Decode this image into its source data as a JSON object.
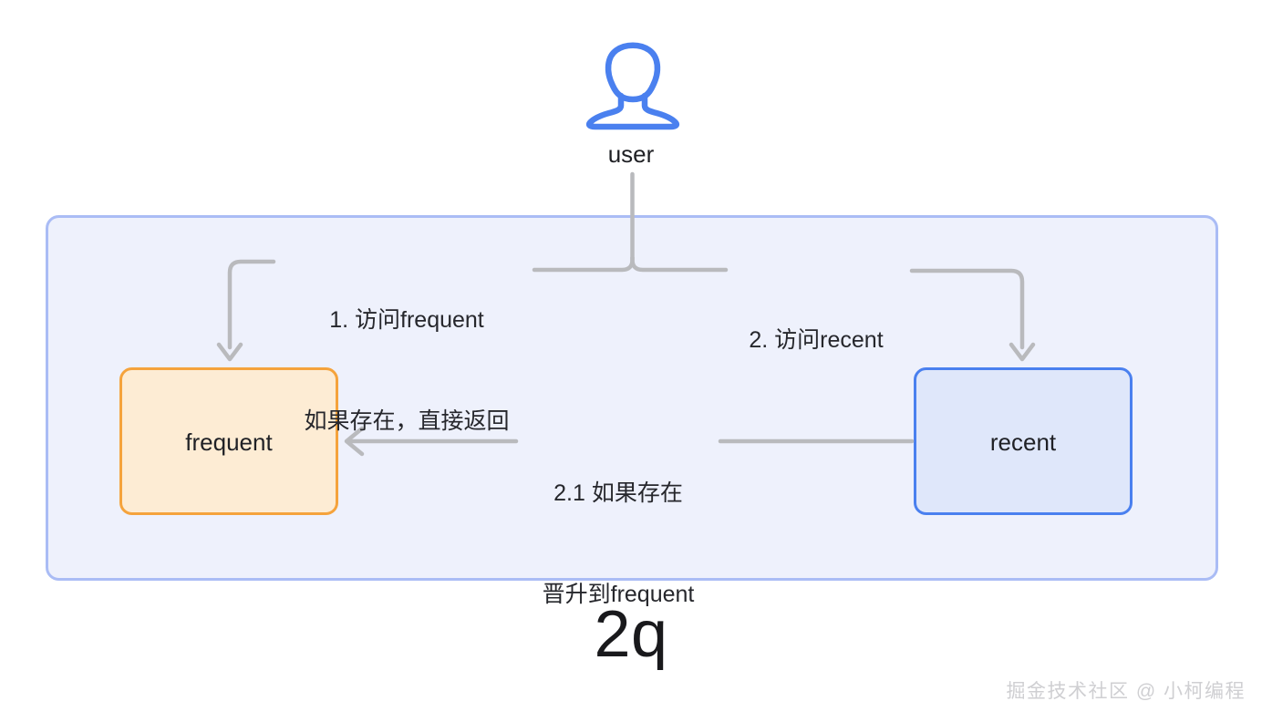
{
  "diagram": {
    "type": "flow-diagram",
    "caption": "2q",
    "watermark": "掘金技术社区 @ 小柯编程",
    "actor": {
      "icon": "user-icon",
      "label": "user"
    },
    "container": {
      "name": "2q-cache-container",
      "fill": "#eef1fc",
      "border": "#aabcf5"
    },
    "nodes": [
      {
        "id": "frequent",
        "label": "frequent",
        "fill": "#fdecd4",
        "border": "#f5a33c"
      },
      {
        "id": "recent",
        "label": "recent",
        "fill": "#dfe7fa",
        "border": "#4a80ef"
      }
    ],
    "edges": [
      {
        "id": "user-to-frequent",
        "from": "user",
        "to": "frequent",
        "label_line1": "1. 访问frequent",
        "label_line2": "如果存在，直接返回"
      },
      {
        "id": "user-to-recent",
        "from": "user",
        "to": "recent",
        "label_line1": "2. 访问recent",
        "label_line2": ""
      },
      {
        "id": "recent-to-frequent",
        "from": "recent",
        "to": "frequent",
        "label_line1": "2.1 如果存在",
        "label_line2": "晋升到frequent"
      }
    ],
    "colors": {
      "connector": "#b9babd",
      "text": "#26272c",
      "accent_blue": "#4a80ef",
      "accent_orange": "#f5a33c"
    }
  }
}
